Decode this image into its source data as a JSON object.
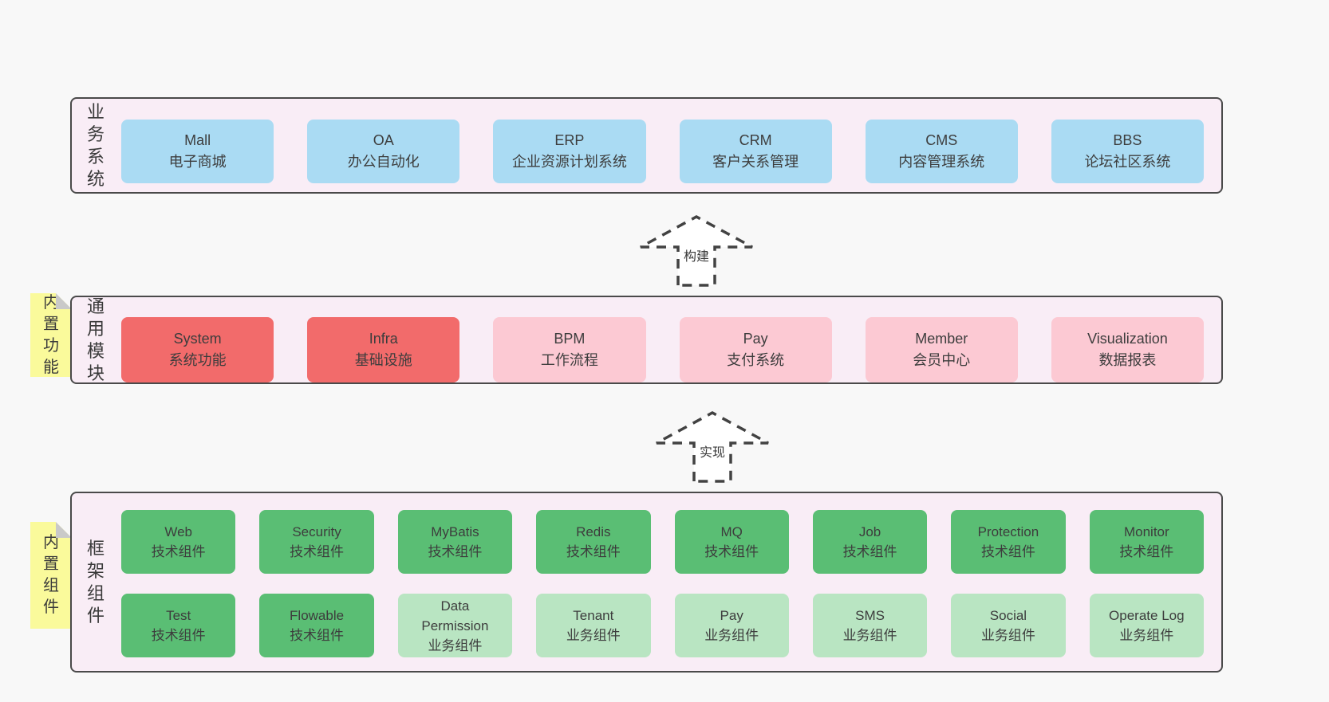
{
  "colors": {
    "page_bg": "#f8f8f8",
    "panel_bg": "#f9edf6",
    "panel_border": "#4a4a4a",
    "blue": "#aadbf3",
    "red": "#f26b6b",
    "pink": "#fcc9d3",
    "green": "#5abe74",
    "light_green": "#b9e5c2",
    "sticky_yellow": "#fafa9b",
    "fold_gray": "#c9c9c9",
    "text": "#3d3d3d"
  },
  "arrows": [
    {
      "label": "构建"
    },
    {
      "label": "实现"
    }
  ],
  "panels": [
    {
      "side_label": "业务系统",
      "rows": [
        [
          {
            "title": "Mall",
            "subtitle": "电子商城"
          },
          {
            "title": "OA",
            "subtitle": "办公自动化"
          },
          {
            "title": "ERP",
            "subtitle": "企业资源计划系统"
          },
          {
            "title": "CRM",
            "subtitle": "客户关系管理"
          },
          {
            "title": "CMS",
            "subtitle": "内容管理系统"
          },
          {
            "title": "BBS",
            "subtitle": "论坛社区系统"
          }
        ]
      ]
    },
    {
      "side_label": "通用模块",
      "sticky_note": "内置功能",
      "rows": [
        [
          {
            "title": "System",
            "subtitle": "系统功能"
          },
          {
            "title": "Infra",
            "subtitle": "基础设施"
          },
          {
            "title": "BPM",
            "subtitle": "工作流程"
          },
          {
            "title": "Pay",
            "subtitle": "支付系统"
          },
          {
            "title": "Member",
            "subtitle": "会员中心"
          },
          {
            "title": "Visualization",
            "subtitle": "数据报表"
          }
        ]
      ]
    },
    {
      "side_label": "框架组件",
      "sticky_note": "内置组件",
      "rows": [
        [
          {
            "title": "Web",
            "subtitle": "技术组件"
          },
          {
            "title": "Security",
            "subtitle": "技术组件"
          },
          {
            "title": "MyBatis",
            "subtitle": "技术组件"
          },
          {
            "title": "Redis",
            "subtitle": "技术组件"
          },
          {
            "title": "MQ",
            "subtitle": "技术组件"
          },
          {
            "title": "Job",
            "subtitle": "技术组件"
          },
          {
            "title": "Protection",
            "subtitle": "技术组件"
          },
          {
            "title": "Monitor",
            "subtitle": "技术组件"
          }
        ],
        [
          {
            "title": "Test",
            "subtitle": "技术组件"
          },
          {
            "title": "Flowable",
            "subtitle": "技术组件"
          },
          {
            "title": "Data Permission",
            "subtitle": "业务组件"
          },
          {
            "title": "Tenant",
            "subtitle": "业务组件"
          },
          {
            "title": "Pay",
            "subtitle": "业务组件"
          },
          {
            "title": "SMS",
            "subtitle": "业务组件"
          },
          {
            "title": "Social",
            "subtitle": "业务组件"
          },
          {
            "title": "Operate Log",
            "subtitle": "业务组件"
          }
        ]
      ]
    }
  ]
}
